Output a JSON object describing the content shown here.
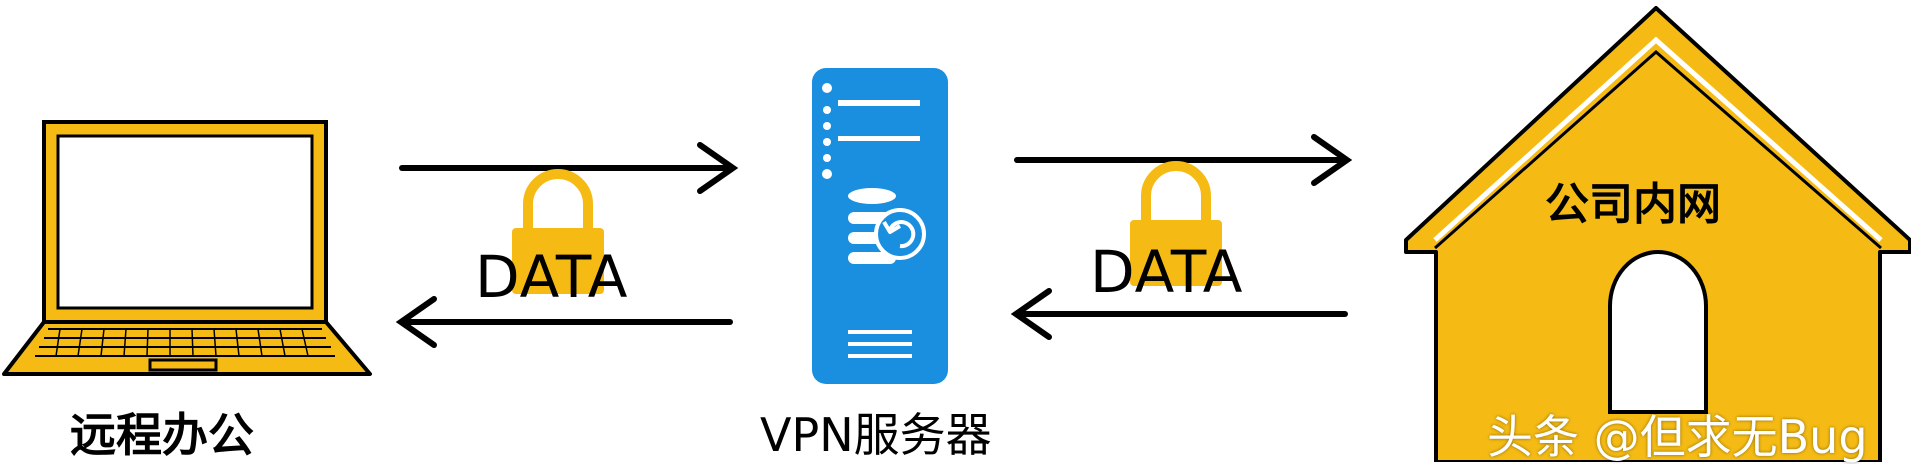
{
  "labels": {
    "laptop": "远程办公",
    "server": "VPN服务器",
    "house": "公司内网",
    "data_left": "DATA",
    "data_right": "DATA",
    "watermark": "头条 @但求无Bug"
  },
  "colors": {
    "accent_yellow": "#F5BB14",
    "server_blue": "#1A8FE0",
    "outline": "#000000",
    "background": "#FFFFFF"
  },
  "icons": [
    "laptop-icon",
    "server-icon",
    "house-icon",
    "lock-icon",
    "arrow-right-icon",
    "arrow-left-icon"
  ]
}
